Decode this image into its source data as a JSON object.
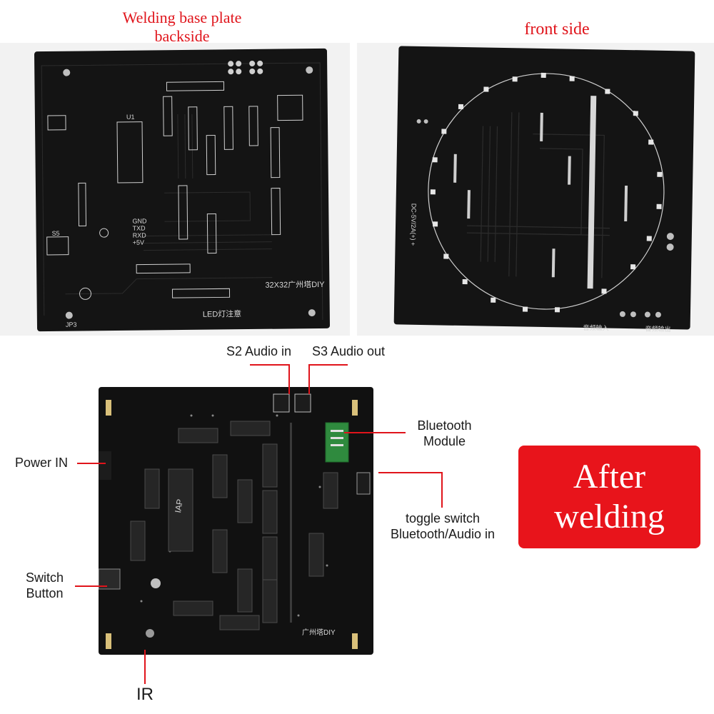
{
  "captions": {
    "backside_line1": "Welding base plate",
    "backside_line2": "backside",
    "front": "front side"
  },
  "backside_silk": {
    "brand": "32X32广州塔DIY",
    "led_note": "LED灯注意",
    "gnd": "GND",
    "txd": "TXD",
    "rxd": "RXD",
    "v5": "+5V",
    "s5": "S5",
    "u1": "U1",
    "jp3": "JP3"
  },
  "front_silk": {
    "vcc": "DC-5V/2A(+) +",
    "audio_in": "音频输入",
    "audio_out": "音频输出"
  },
  "assembled_silk": {
    "brand": "广州塔DIY",
    "chip": "IAP"
  },
  "annotations": {
    "s2": "S2 Audio in",
    "s3": "S3 Audio out",
    "bt_line1": "Bluetooth",
    "bt_line2": "Module",
    "power": "Power IN",
    "toggle_line1": "toggle switch",
    "toggle_line2": "Bluetooth/Audio in",
    "switch_line1": "Switch",
    "switch_line2": "Button",
    "ir": "IR"
  },
  "after": {
    "line1": "After",
    "line2": "welding"
  },
  "colors": {
    "accent_red": "#e0141b",
    "board": "#141414",
    "silkscreen": "#d8d8d8"
  }
}
